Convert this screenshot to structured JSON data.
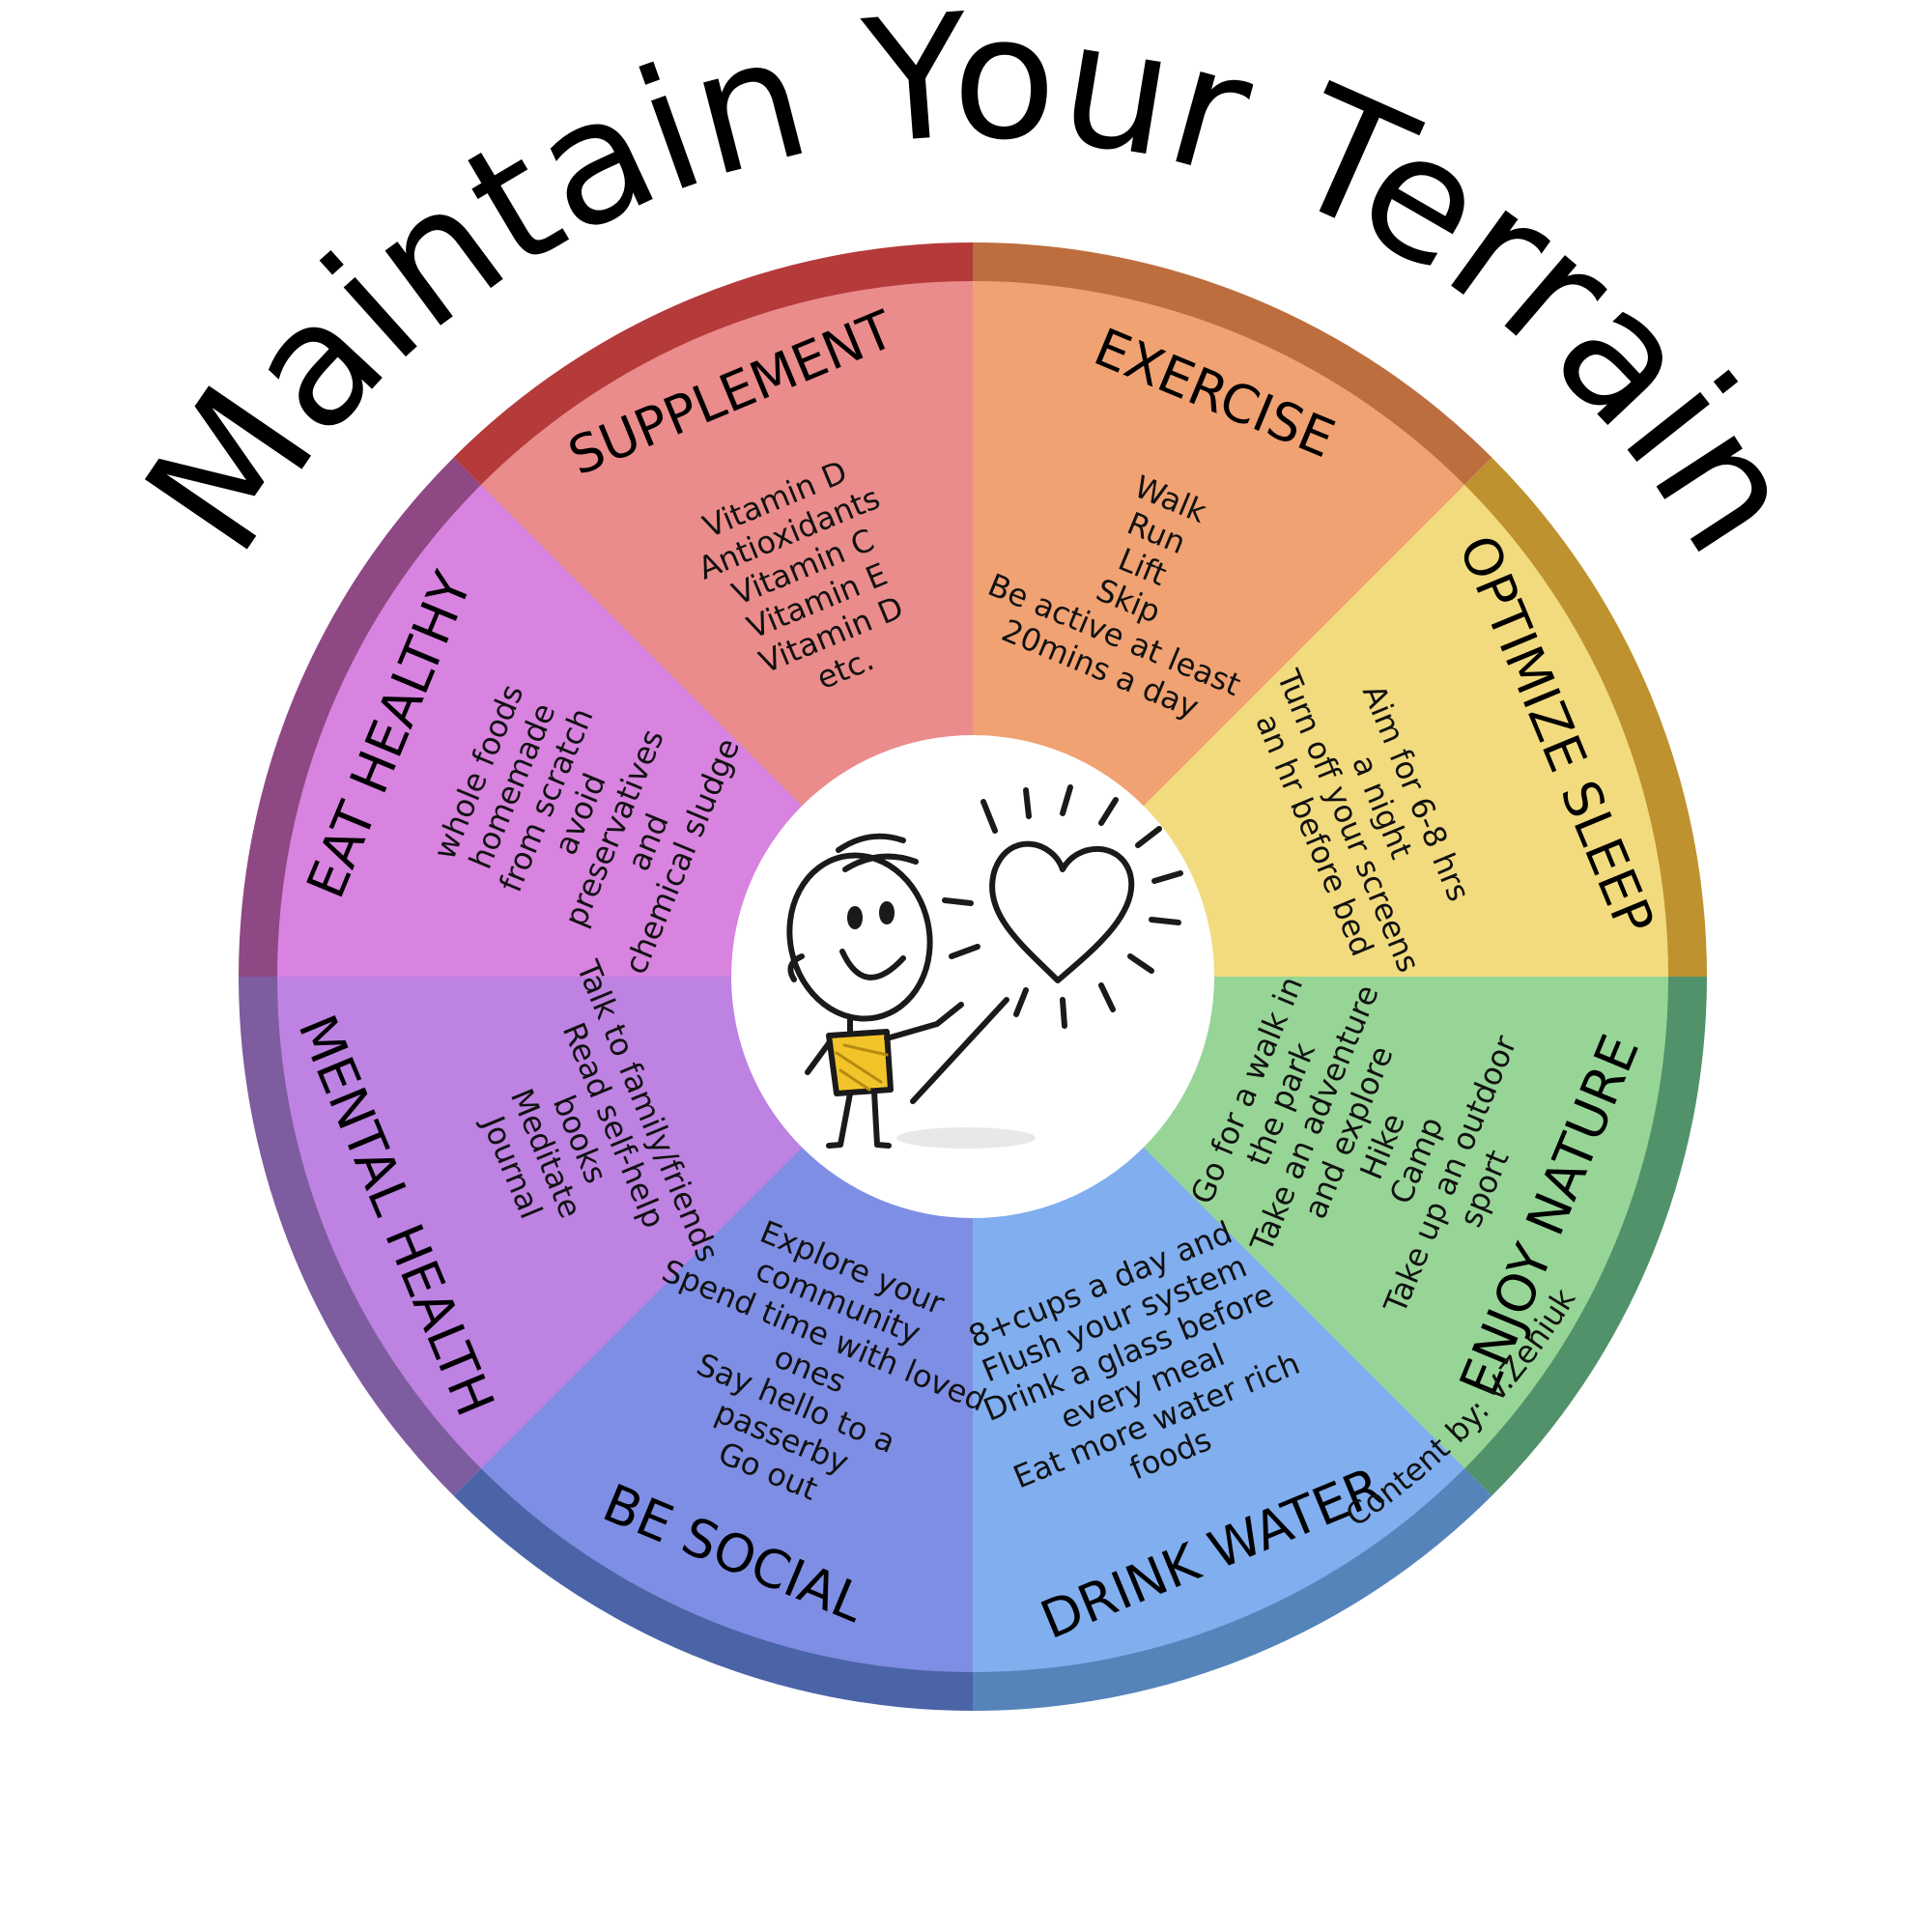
{
  "title": "Maintain Your Terrain",
  "credit": "Content by: V.Zeniuk",
  "segments": [
    {
      "title": "EAT HEALTHY",
      "lines": [
        "whole foods",
        "homemade",
        "from scratch",
        "avoid",
        "preservatives",
        "and",
        "chemical sludge"
      ],
      "fill": "#D883E0",
      "rim": "#8E4884"
    },
    {
      "title": "SUPPLEMENT",
      "lines": [
        "Vitamin D",
        "Antioxidants",
        "Vitamin C",
        "Vitamin E",
        "Vitamin D",
        "etc."
      ],
      "fill": "#EA8C8B",
      "rim": "#B53A3A"
    },
    {
      "title": "EXERCISE",
      "lines": [
        "Walk",
        "Run",
        "Lift",
        "Skip",
        "Be active at least",
        "20mins a day"
      ],
      "fill": "#F0A272",
      "rim": "#BD6E3E"
    },
    {
      "title": "OPTIMIZE SLEEP",
      "lines": [
        "Aim for 6-8 hrs",
        "a night",
        "Turn off your screens",
        "an hr before bed"
      ],
      "fill": "#F2DB7E",
      "rim": "#BE922E"
    },
    {
      "title": "ENJOY NATURE",
      "lines": [
        "Go for a walk in",
        "the park",
        "Take an adventure",
        "and explore",
        "Hike",
        "Camp",
        "Take up an outdoor",
        "sport"
      ],
      "fill": "#97D596",
      "rim": "#52926B"
    },
    {
      "title": "DRINK WATER",
      "lines": [
        "8+cups a day and",
        "Flush your system",
        "Drink a glass before",
        "every meal",
        "Eat more water rich",
        "foods"
      ],
      "fill": "#80AEEF",
      "rim": "#5584BA"
    },
    {
      "title": "BE SOCIAL",
      "lines": [
        "Explore your",
        "community",
        "Spend time with loved",
        "ones",
        "Say hello to a",
        "passerby",
        "Go out"
      ],
      "fill": "#7E8EE4",
      "rim": "#4A64A7"
    },
    {
      "title": "MENTAL HEALTH",
      "lines": [
        "Talk to family/friends",
        "Read self-help",
        "books",
        "Meditate",
        "Journal"
      ],
      "fill": "#BE82E2",
      "rim": "#7E5CA0"
    }
  ]
}
